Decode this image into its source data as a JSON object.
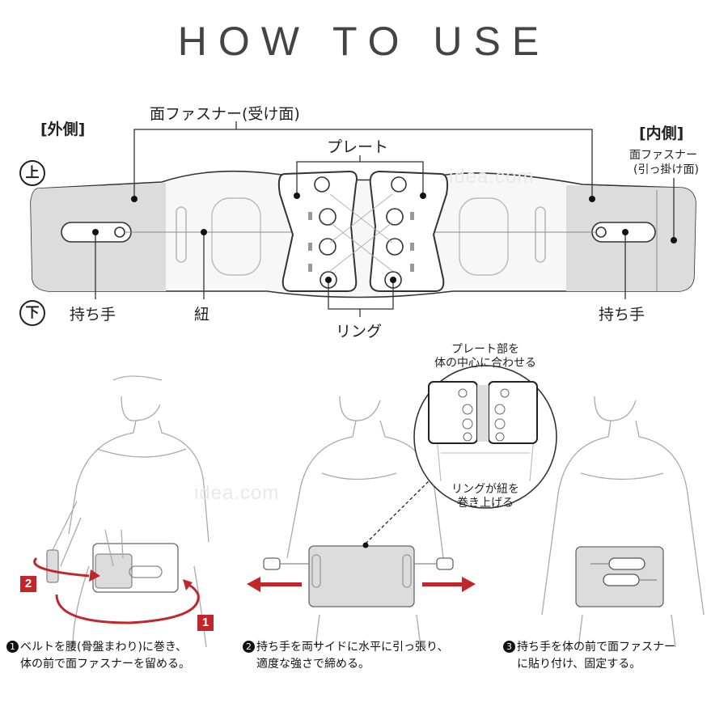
{
  "title": "HOW TO USE",
  "labels": {
    "outer": "[外側]",
    "inner": "[内側]",
    "hook_loop_receive": "面ファスナー(受け面)",
    "plate": "プレート",
    "hook_side_line1": "面ファスナー",
    "hook_side_line2": "(引っ掛け面)",
    "top": "上",
    "bottom": "下",
    "handle_left": "持ち手",
    "handle_right": "持ち手",
    "cord": "紐",
    "ring": "リング"
  },
  "callouts": {
    "plate_center_line1": "プレート部を",
    "plate_center_line2": "体の中心に合わせる",
    "ring_cord_line1": "リングが紐を",
    "ring_cord_line2": "巻き上げる"
  },
  "watermarks": [
    "idea.com",
    "idea.com"
  ],
  "badges": [
    "2",
    "1"
  ],
  "steps": [
    {
      "num": "1",
      "line1": "ベルトを腰(骨盤まわり)に巻き、",
      "line2": "体の前で面ファスナーを留める。"
    },
    {
      "num": "2",
      "line1": "持ち手を両サイドに水平に引っ張り、",
      "line2": "適度な強さで締める。"
    },
    {
      "num": "3",
      "line1": "持ち手を体の前で面ファスナー",
      "line2": "に貼り付け、固定する。"
    }
  ],
  "colors": {
    "accent": "#c0262a",
    "panel": "#dcdcdc",
    "line": "#333333"
  }
}
